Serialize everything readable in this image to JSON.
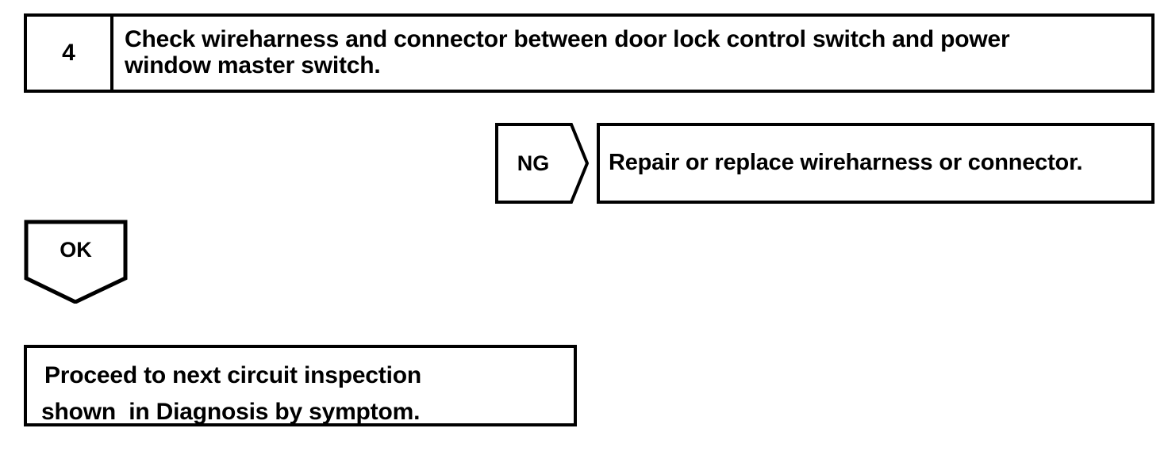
{
  "step": {
    "number": "4",
    "text_line_1": "Check wireharness and connector between door lock control switch and power",
    "text_line_2": "window master switch."
  },
  "ng_branch": {
    "label": "NG",
    "result_text": "Repair or replace wireharness or connector."
  },
  "ok_branch": {
    "label": "OK"
  },
  "proceed": {
    "text_line_1": "Proceed to next circuit inspection",
    "text_line_2": "shown  in Diagnosis by symptom."
  },
  "colors": {
    "stroke": "#000000",
    "background": "#ffffff",
    "text": "#000000"
  }
}
